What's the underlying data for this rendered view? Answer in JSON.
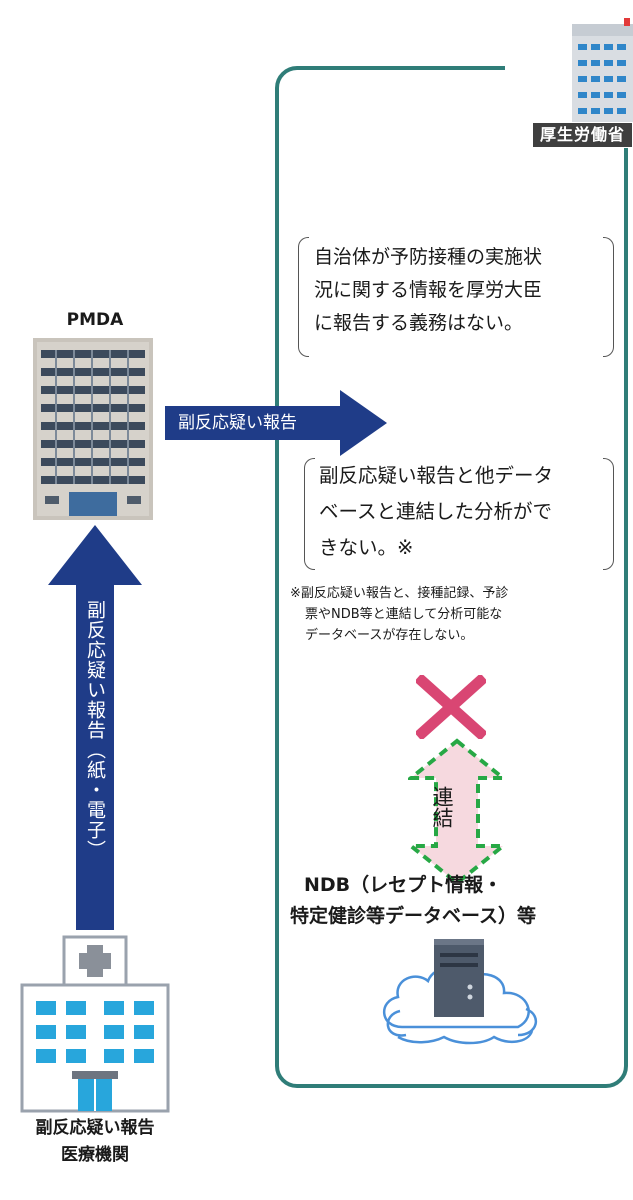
{
  "ministry": {
    "sign": "厚生労働省"
  },
  "note1": {
    "line1": "自治体が予防接種の実施状",
    "line2": "況に関する情報を厚労大臣",
    "line3": "に報告する義務はない。"
  },
  "note2": {
    "line1": "副反応疑い報告と他データ",
    "line2": "ベースと連結した分析がで",
    "line3": "きない。※"
  },
  "footnote": {
    "line1": "※副反応疑い報告と、接種記録、予診",
    "line2": "票やNDB等と連結して分析可能な",
    "line3": "データベースが存在しない。"
  },
  "pmda": {
    "label": "PMDA"
  },
  "arrow_horizontal": {
    "label": "副反応疑い報告"
  },
  "arrow_vertical": {
    "label": "副反応疑い報告（紙・電子）"
  },
  "link": {
    "label": "連結"
  },
  "ndb": {
    "line1": "NDB（レセプト情報・",
    "line2": "特定健診等データベース）等"
  },
  "hospital": {
    "line1": "副反応疑い報告",
    "line2": "医療機関"
  },
  "colors": {
    "frame": "#2f7d78",
    "arrow": "#1f3c88",
    "cross": "#d94673",
    "link_fill": "#f6d9df",
    "link_stroke": "#27a845",
    "cloud": "#4a90d9",
    "hospital_window": "#28a6dc"
  }
}
